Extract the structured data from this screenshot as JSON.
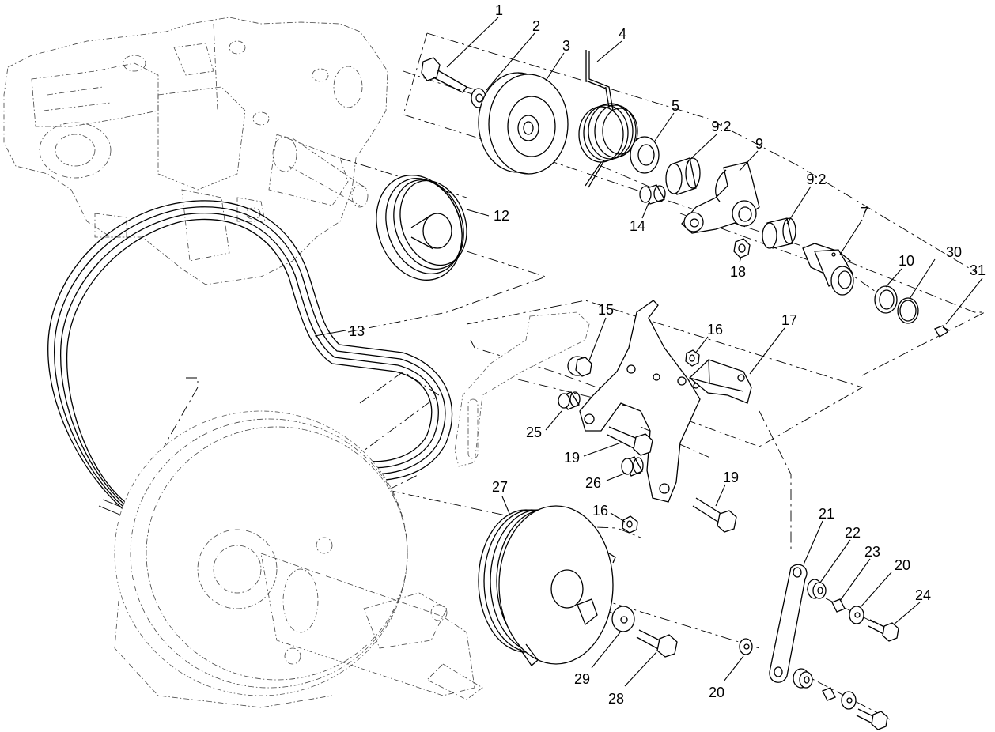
{
  "callouts": {
    "c1": "1",
    "c2": "2",
    "c3": "3",
    "c4": "4",
    "c5": "5",
    "c9a": "9:2",
    "c9": "9",
    "c9b": "9:2",
    "c7": "7",
    "c10": "10",
    "c30": "30",
    "c31": "31",
    "c12": "12",
    "c14": "14",
    "c18": "18",
    "c13": "13",
    "c15": "15",
    "c16a": "16",
    "c17": "17",
    "c25": "25",
    "c19a": "19",
    "c26": "26",
    "c19b": "19",
    "c27": "27",
    "c16b": "16",
    "c21": "21",
    "c22": "22",
    "c23": "23",
    "c20a": "20",
    "c24": "24",
    "c29": "29",
    "c28": "28",
    "c20b": "20"
  }
}
